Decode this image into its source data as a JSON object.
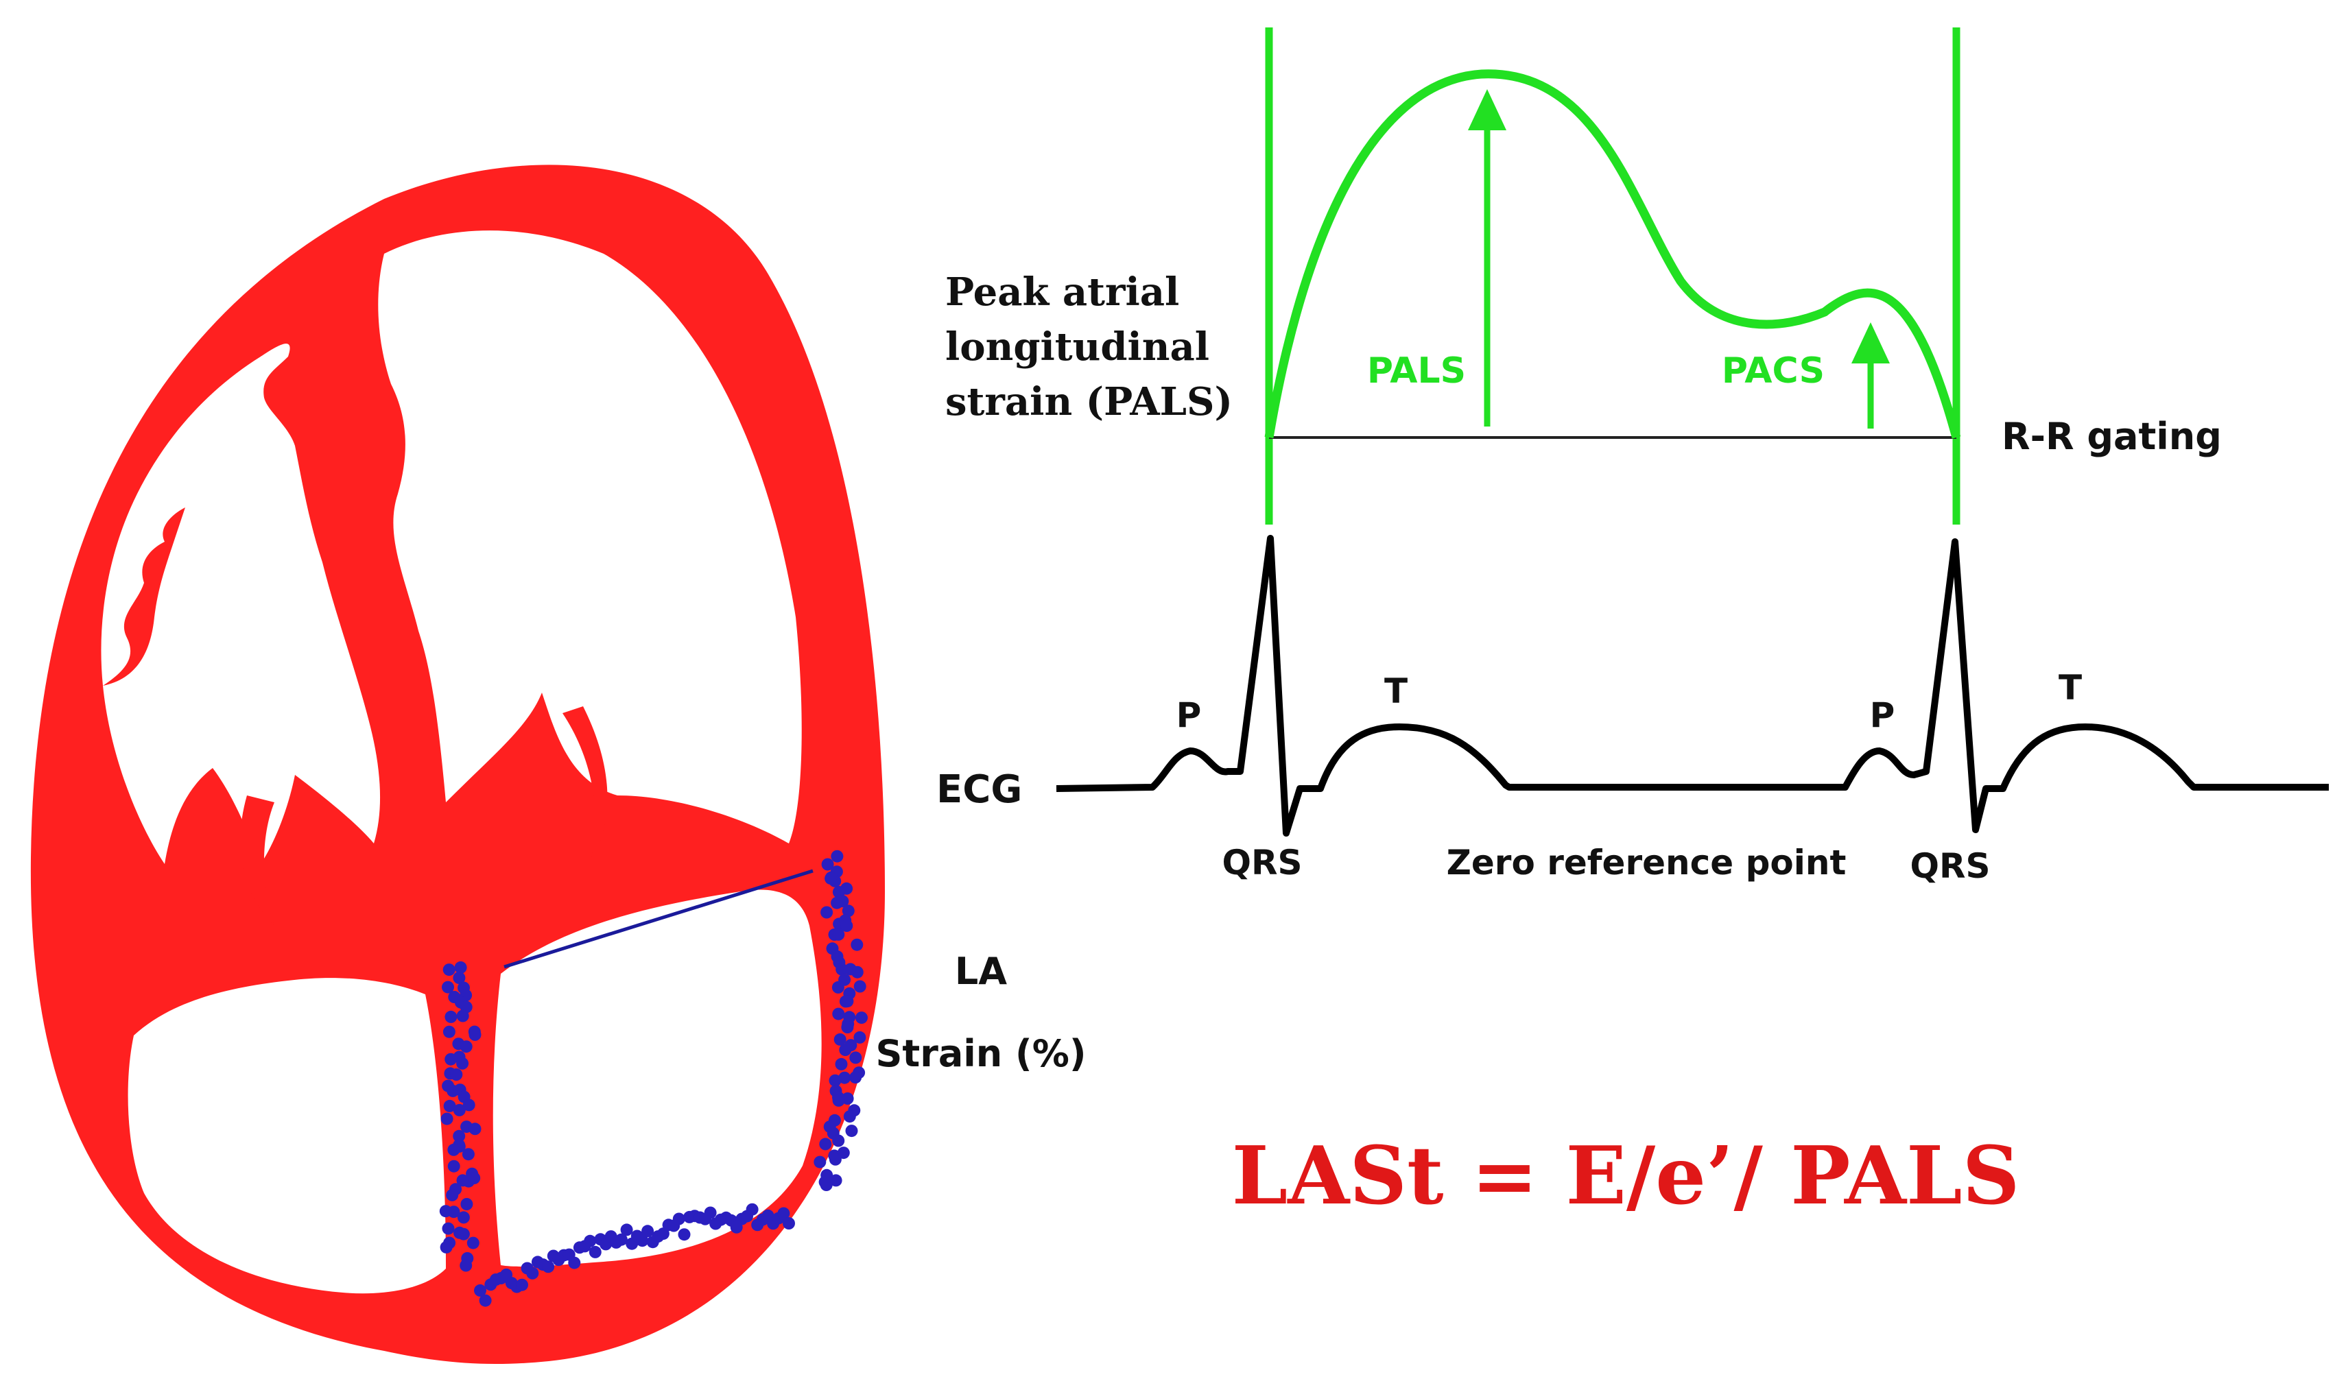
{
  "heart": {
    "la_label": "LA",
    "strain_label": "Strain (%)",
    "colors": {
      "myocardium": "#ff2020",
      "speckle": "#2a1fbf",
      "baseline": "#1a1a9a"
    }
  },
  "strain_curve": {
    "left_label_line1": "Peak atrial",
    "left_label_line2": "longitudinal",
    "left_label_line3": "strain (PALS)",
    "pals_label": "PALS",
    "pacs_label": "PACS",
    "gating_label": "R-R gating",
    "colors": {
      "curve": "#22e022",
      "baseline": "#222222"
    }
  },
  "ecg": {
    "label": "ECG",
    "p1": "P",
    "t1": "T",
    "qrs1": "QRS",
    "p2": "P",
    "t2": "T",
    "qrs2": "QRS",
    "zero_ref": "Zero reference point",
    "colors": {
      "trace": "#000000"
    }
  },
  "formula": {
    "text": "LASt = E/e’/ PALS",
    "color": "#e01818"
  }
}
